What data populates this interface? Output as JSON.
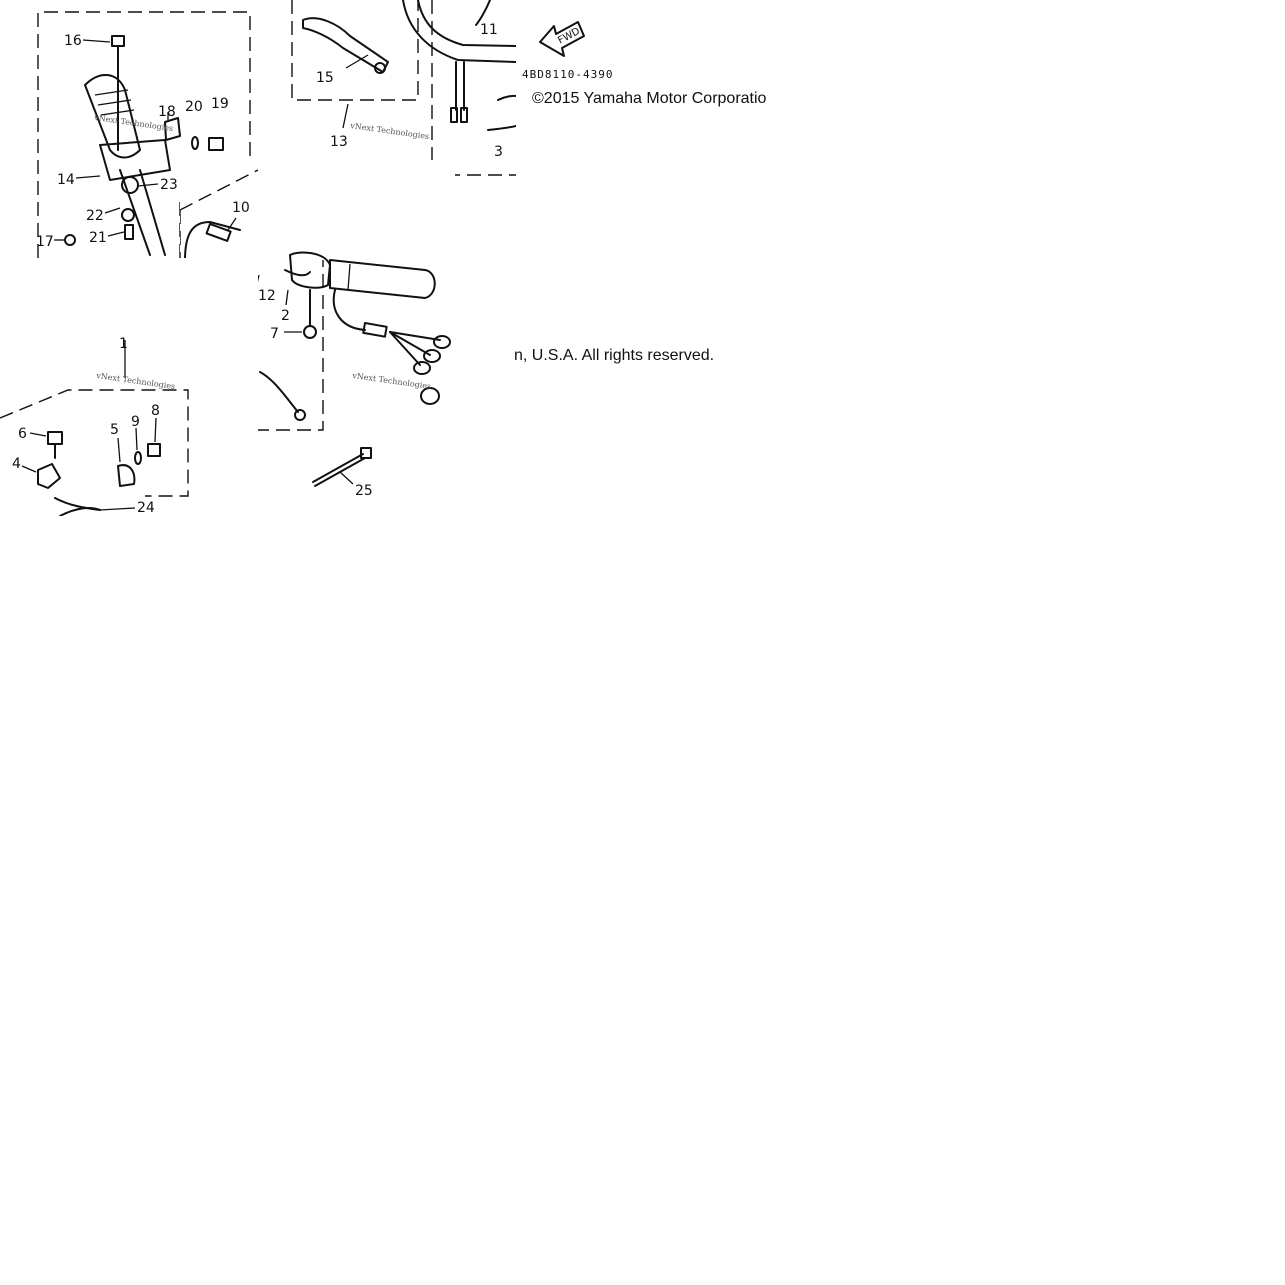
{
  "diagram": {
    "part_code": "4BD8110-4390",
    "copyright_part1": "©2015 Yamaha Motor Corporatio",
    "copyright_part2": "n, U.S.A. All rights reserved.",
    "fwd_label": "FWD",
    "watermark": "vNext Technologies",
    "callouts": {
      "c1": "1",
      "c2": "2",
      "c3": "3",
      "c4": "4",
      "c5": "5",
      "c6": "6",
      "c7": "7",
      "c8": "8",
      "c9": "9",
      "c10": "10",
      "c11": "11",
      "c12": "12",
      "c13": "13",
      "c14": "14",
      "c15": "15",
      "c16": "16",
      "c17": "17",
      "c18": "18",
      "c19": "19",
      "c20": "20",
      "c21": "21",
      "c22": "22",
      "c23": "23",
      "c24": "24",
      "c25": "25"
    },
    "icons": [
      "fwd-arrow-icon"
    ]
  }
}
